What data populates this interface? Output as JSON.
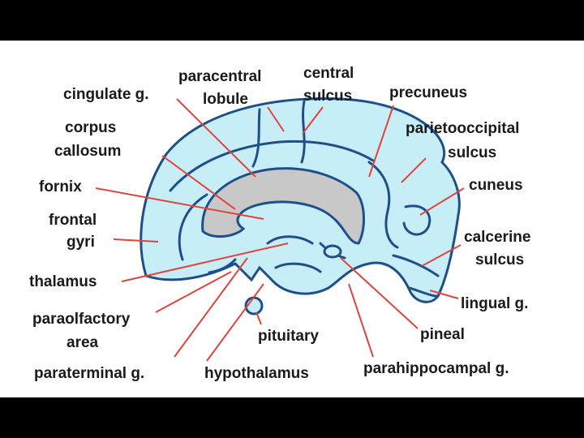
{
  "colors": {
    "brain_fill": "#c7eef7",
    "outline": "#1f4f8a",
    "corpus_callosum": "#c8c8c8",
    "leader_line": "#e0443c",
    "background": "#000000",
    "panel": "#ffffff"
  },
  "labels": {
    "cingulate_g": "cingulate g.",
    "paracentral_1": "paracentral",
    "paracentral_2": "lobule",
    "central_1": "central",
    "central_2": "sulcus",
    "precuneus": "precuneus",
    "corpus_1": "corpus",
    "corpus_2": "callosum",
    "parieto_1": "parietooccipital",
    "parieto_2": "sulcus",
    "fornix": "fornix",
    "cuneus": "cuneus",
    "frontal_1": "frontal",
    "frontal_2": "gyri",
    "calcarine_1": "calcerine",
    "calcarine_2": "sulcus",
    "thalamus": "thalamus",
    "lingual_g": "lingual g.",
    "paraolf_1": "paraolfactory",
    "paraolf_2": "area",
    "pituitary": "pituitary",
    "pineal": "pineal",
    "paraterminal_g": "paraterminal g.",
    "hypothalamus": "hypothalamus",
    "parahippocampal_g": "parahippocampal g."
  }
}
